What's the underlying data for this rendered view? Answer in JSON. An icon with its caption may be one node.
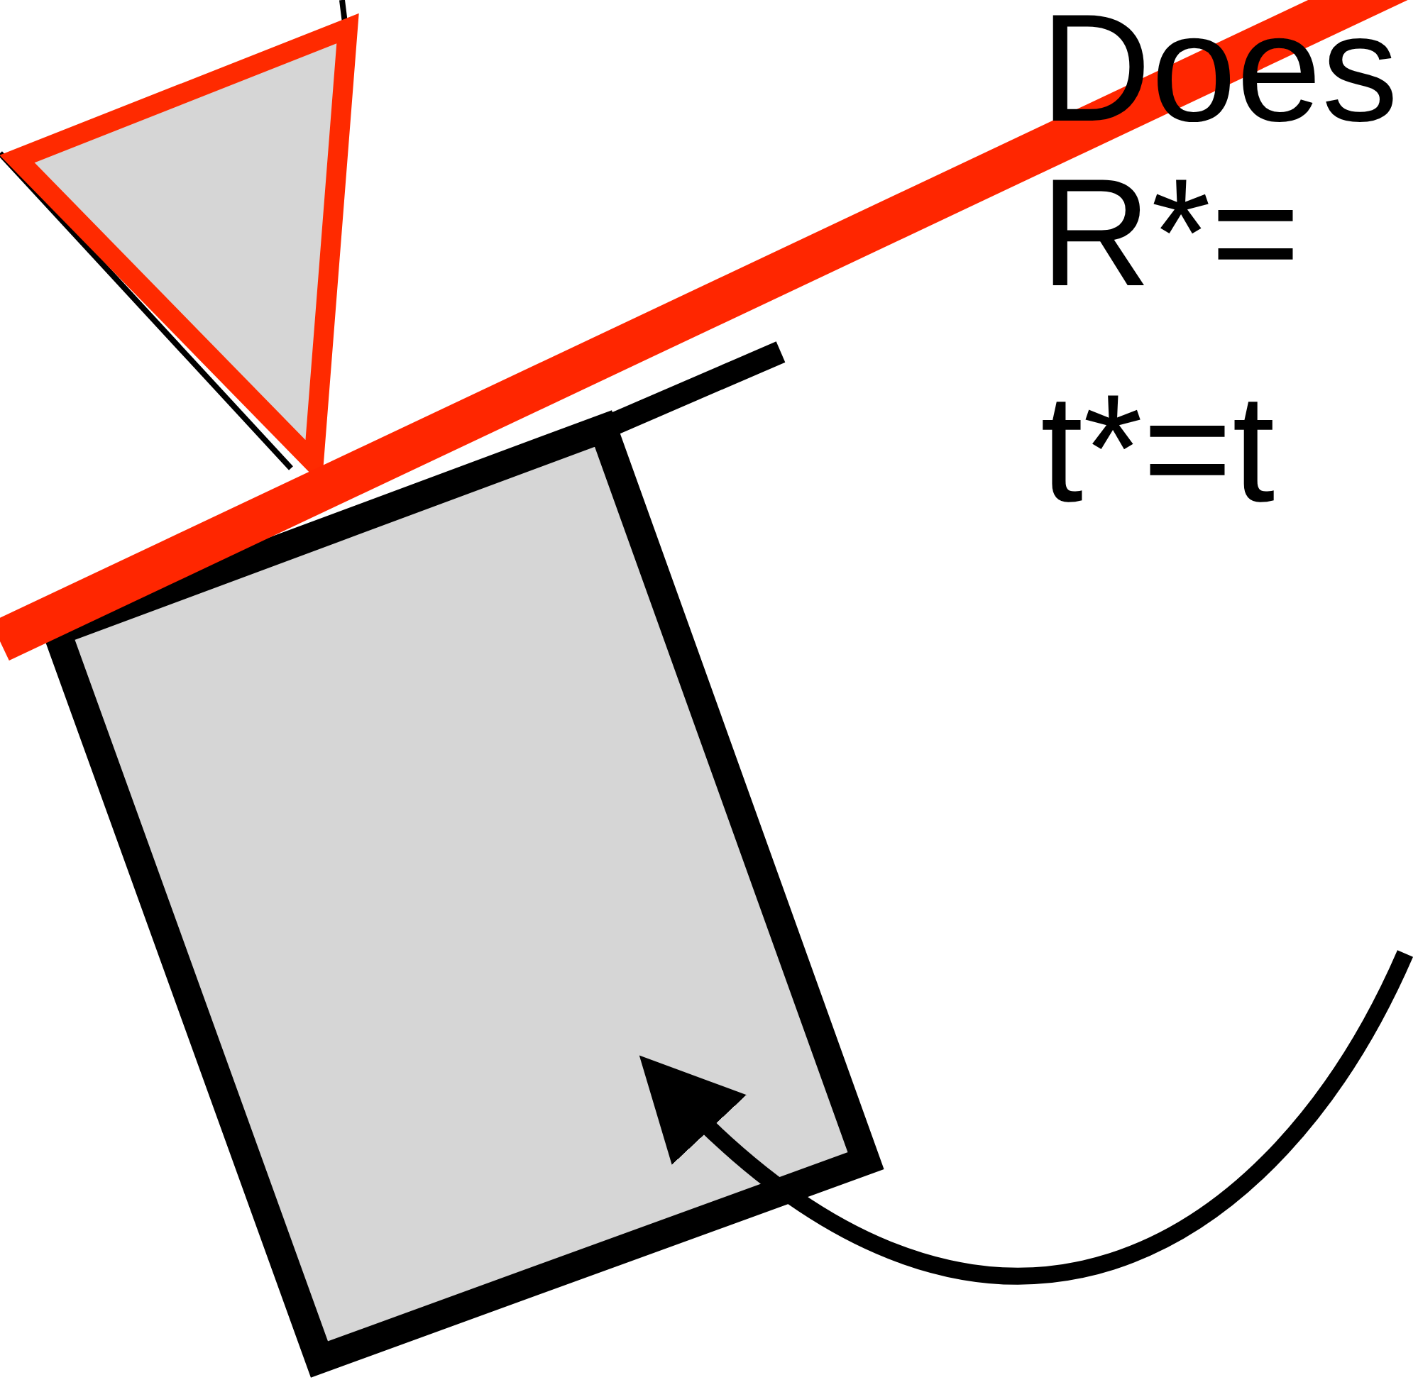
{
  "diagram": {
    "labels": [
      "Does",
      "R*=",
      "t*=t"
    ]
  }
}
